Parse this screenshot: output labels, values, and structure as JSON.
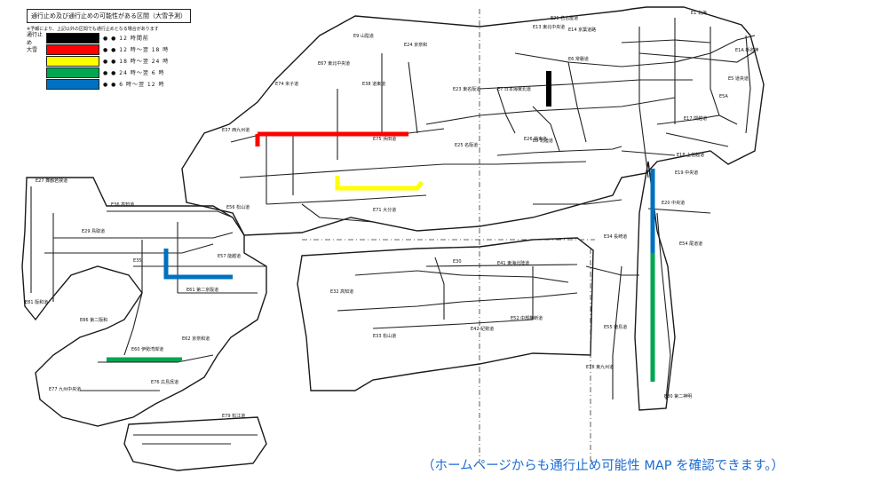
{
  "legend": {
    "title": "通行止め及び通行止めの可能性がある区間（大雪予測）",
    "note": "※予報により、上記以外の区間でも通行止めとなる場合があります",
    "rows": [
      {
        "label": "通行止め",
        "color": "#000000",
        "text": "● ● 12 時間前"
      },
      {
        "label": "大雪",
        "color": "#ff0000",
        "text": "● ● 12 時～翌 18 時"
      },
      {
        "label": "",
        "color": "#ffff00",
        "text": "● ● 18 時～翌 24 時"
      },
      {
        "label": "",
        "color": "#00a651",
        "text": "● ● 24 時～翌 6 時"
      },
      {
        "label": "",
        "color": "#0070c0",
        "text": "● ● 6 時～翌 12 時"
      }
    ]
  },
  "roads": [
    "E1 北海",
    "E1A 新名神",
    "E5 道央道",
    "E5A",
    "E6 常磐道",
    "E7 日本海東北道",
    "E8 北陸道",
    "E9 山陰道",
    "E13 東北中央道",
    "E14 京葉道路",
    "E17 関越道",
    "E18 上信越道",
    "E19 中央道",
    "E20 中央道",
    "E21 名古屋道",
    "E23 東名阪道",
    "E24 京奈和",
    "E25 名阪道",
    "E26 新東名",
    "E27 舞鶴若狭道",
    "E29 鳥取道",
    "E30",
    "E32 高知道",
    "E33 松山道",
    "E34 長崎道",
    "E35",
    "E36 高知道",
    "E37 西九州道",
    "E38 道東道",
    "E41 東海北陸道",
    "E42 紀勢道",
    "E52 中部横断道",
    "E54 尾道道",
    "E55 徳島道",
    "E56 松山道",
    "E57 能越道",
    "E60 伊勢湾岸道",
    "E61 第二京阪道",
    "E62 京奈和道",
    "E67 東北中央道",
    "E71 大分道",
    "E74 米子道",
    "E75 浜田道",
    "E76 広島呉道",
    "E77 九州中央道",
    "E78 東九州道",
    "E79 松江道",
    "E80 第二神明",
    "E81 阪和道",
    "E86 第二阪和"
  ],
  "caption": "（ホームページからも通行止め可能性 MAP を確認できます。）",
  "colors": {
    "black": "#000000",
    "red": "#ff0000",
    "yellow": "#ffff00",
    "green": "#00a651",
    "blue": "#0070c0",
    "caption": "#1b6bd2"
  }
}
